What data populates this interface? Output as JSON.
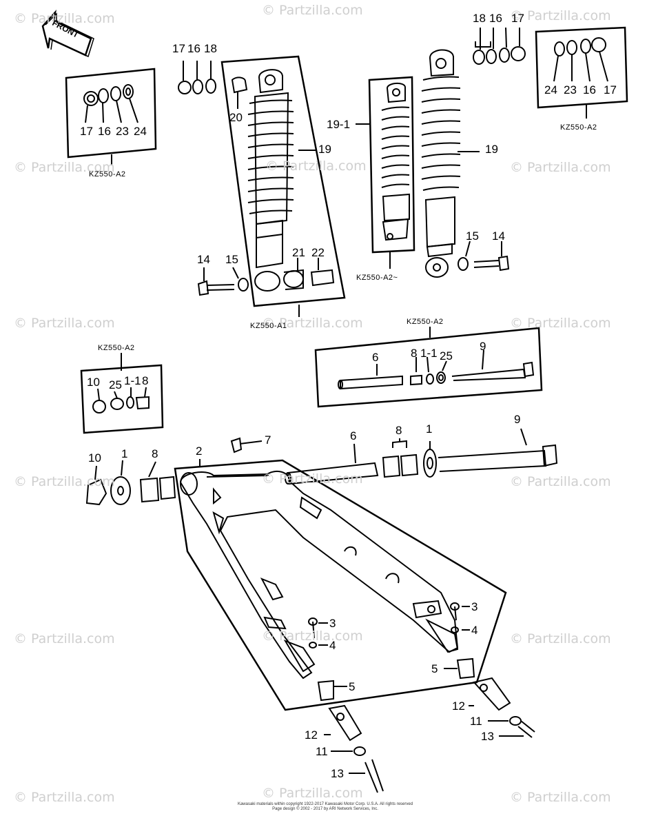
{
  "watermark": "© Partzilla.com",
  "front_label": "FRONT",
  "callouts": {
    "c17a": "17",
    "c16a": "16",
    "c23a": "23",
    "c24a": "24",
    "c17b": "17",
    "c16b": "16",
    "c18b": "18",
    "c20": "20",
    "c19a": "19",
    "c21": "21",
    "c22": "22",
    "c14a": "14",
    "c15a": "15",
    "c19_1": "19-1",
    "c19b": "19",
    "c15b": "15",
    "c14b": "14",
    "c18c": "18",
    "c16c": "16",
    "c17c": "17",
    "c24d": "24",
    "c23d": "23",
    "c16d": "16",
    "c17d": "17",
    "c6a": "6",
    "c8a": "8",
    "c1_1a": "1-1",
    "c25a": "25",
    "c9a": "9",
    "c10a": "10",
    "c25b": "25",
    "c1_1b": "1-1",
    "c8b": "8",
    "c7": "7",
    "c2": "2",
    "c6b": "6",
    "c8c": "8",
    "c1b": "1",
    "c9b": "9",
    "c10b": "10",
    "c1c": "1",
    "c8d": "8",
    "c3a": "3",
    "c4a": "4",
    "c3b": "3",
    "c4b": "4",
    "c5a": "5",
    "c5b": "5",
    "c12a": "12",
    "c11a": "11",
    "c13a": "13",
    "c12b": "12",
    "c11b": "11",
    "c13b": "13"
  },
  "models": {
    "m1": "KZ550-A2",
    "m2": "KZ550-A2",
    "m3": "KZ550-A1",
    "m4": "KZ550-A2~",
    "m5": "KZ550-A2",
    "m6": "KZ550-A2"
  },
  "copyright": {
    "line1": "Kawasaki materials within copyright 1922-2017 Kawasaki Motor Corp. U.S.A. All rights reserved",
    "line2": "Page design © 2002 - 2017 by ARI Network Services, Inc."
  }
}
